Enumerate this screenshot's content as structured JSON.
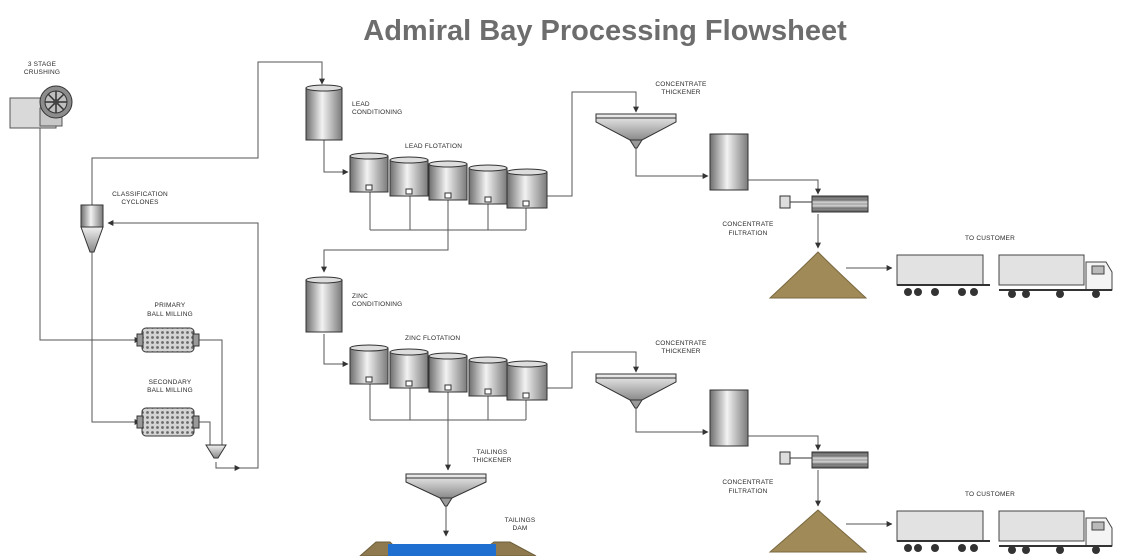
{
  "title": "Admiral Bay Processing Flowsheet",
  "labels": {
    "crushing": [
      "3 STAGE",
      "CRUSHING"
    ],
    "cyclones": [
      "CLASSIFICATION",
      "CYCLONES"
    ],
    "primary_mill": [
      "PRIMARY",
      "BALL MILLING"
    ],
    "secondary_mill": [
      "SECONDARY",
      "BALL MILLING"
    ],
    "lead_conditioning": [
      "LEAD",
      "CONDITIONING"
    ],
    "lead_flotation": "LEAD FLOTATION",
    "zinc_conditioning": [
      "ZINC",
      "CONDITIONING"
    ],
    "zinc_flotation": "ZINC FLOTATION",
    "lead_thickener": [
      "CONCENTRATE",
      "THICKENER"
    ],
    "zinc_thickener": [
      "CONCENTRATE",
      "THICKENER"
    ],
    "lead_filtration": [
      "CONCENTRATE",
      "FILTRATION"
    ],
    "zinc_filtration": [
      "CONCENTRATE",
      "FILTRATION"
    ],
    "tailings_thickener": [
      "TAILINGS",
      "THICKENER"
    ],
    "tailings_dam": [
      "TAILINGS",
      "DAM"
    ],
    "customer_lead": "TO CUSTOMER",
    "customer_zinc": "TO CUSTOMER"
  },
  "colors": {
    "title": "#6d6d6d",
    "stockpile": "#a08a57",
    "dam_water": "#1f6fd1",
    "dam_bank": "#8e7a4e",
    "pipe": "#555555"
  }
}
